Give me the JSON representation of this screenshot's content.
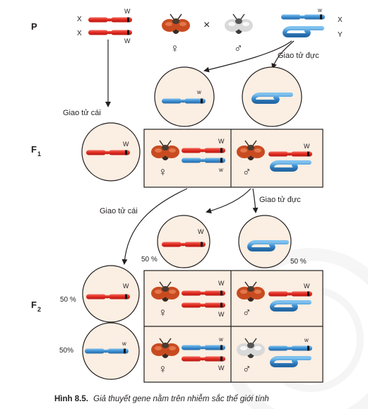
{
  "generations": {
    "p": "P",
    "f1": "F",
    "f1_sub": "1",
    "f2": "F",
    "f2_sub": "2"
  },
  "symbols": {
    "female": "♀",
    "male": "♂",
    "cross": "×"
  },
  "chromosome_labels": {
    "x": "X",
    "y": "Y",
    "allele_dominant": "W",
    "allele_recessive": "w"
  },
  "gametes": {
    "female": "Giao tử cái",
    "male": "Giao tử đực"
  },
  "percentages": {
    "fifty": "50 %",
    "fifty_tight": "50%"
  },
  "caption": {
    "number": "Hình 8.5.",
    "text": "Giả thuyết gene nằm trên nhiễm sắc thể giới tính"
  },
  "colors": {
    "x_red": "#e8322c",
    "x_white": "#3d8fd1",
    "y_blue": "#3d8fd1",
    "fly_red_eye": "#c84b20",
    "fly_white_eye": "#d9d9d9",
    "panel_bg": "#fbeee2",
    "circle_bg": "#fbeee2",
    "arrow": "#231f20"
  }
}
